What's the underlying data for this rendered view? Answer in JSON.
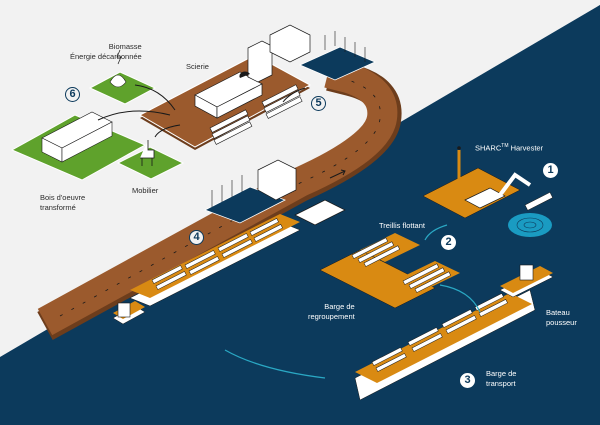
{
  "diagram": {
    "title": "Chaîne d'approvisionnement du bois immergé",
    "colors": {
      "land": "#f2f2f2",
      "water": "#0c3a5c",
      "road": "#9b5a2d",
      "barge_deck": "#d98a12",
      "green_plot": "#5fa22c",
      "log": "#ffffff",
      "outline": "#1a1a1a",
      "ripple": "#1a9bc2",
      "flow_arrow_water": "#2aa8c4",
      "flow_arrow_land": "#1a1a1a"
    },
    "steps": [
      {
        "number": "1",
        "label": "SHARC",
        "label_sup": "TM",
        "label_suffix": " Harvester",
        "zone": "water"
      },
      {
        "number": "2",
        "label": "Treillis flottant",
        "zone": "water"
      },
      {
        "number": "3",
        "label": "Barge de transport",
        "zone": "water"
      },
      {
        "number": "4",
        "label": "",
        "zone": "shore"
      },
      {
        "number": "5",
        "label": "Scierie",
        "zone": "land"
      },
      {
        "number": "6",
        "label": "",
        "zone": "land"
      }
    ],
    "labels": {
      "harvester": "SHARC",
      "harvester_sup": "TM",
      "harvester_suffix": " Harvester",
      "floating_lattice": "Treillis flottant",
      "grouping_barge_line1": "Barge de",
      "grouping_barge_line2": "regroupement",
      "pusher_boat_line1": "Bateau",
      "pusher_boat_line2": "pousseur",
      "transport_barge_line1": "Barge de",
      "transport_barge_line2": "transport",
      "sawmill": "Scierie",
      "biomass_line1": "Biomasse",
      "biomass_line2": "Énergie décarbonnée",
      "lumber_line1": "Bois d'oeuvre",
      "lumber_line2": "transformé",
      "furniture": "Mobilier"
    },
    "icons": [
      "tree-leaves-icon",
      "lightning-icon",
      "chair-icon",
      "truck-icon",
      "excavator-icon",
      "antenna-icon",
      "cabin-icon"
    ]
  }
}
